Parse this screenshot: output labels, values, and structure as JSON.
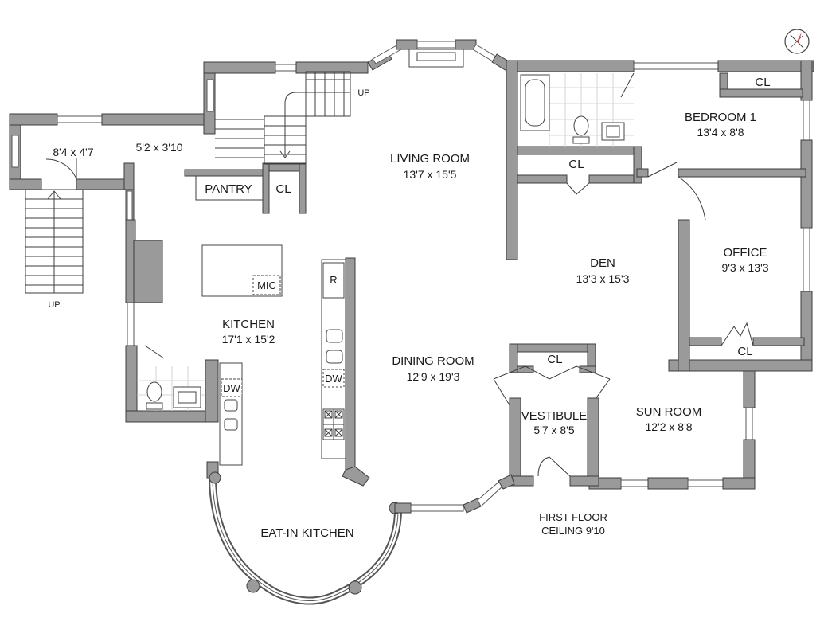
{
  "rooms": {
    "entry_small": {
      "dim": "8'4 x 4'7"
    },
    "hall": {
      "dim": "5'2 x 3'10"
    },
    "pantry": {
      "name": "PANTRY"
    },
    "closet_stair": {
      "name": "CL"
    },
    "living_room": {
      "name": "LIVING ROOM",
      "dim": "13'7 x 15'5"
    },
    "kitchen": {
      "name": "KITCHEN",
      "dim": "17'1 x 15'2"
    },
    "dining_room": {
      "name": "DINING ROOM",
      "dim": "12'9 x 19'3"
    },
    "eat_in_kitchen": {
      "name": "EAT-IN KITCHEN"
    },
    "den": {
      "name": "DEN",
      "dim": "13'3 x 15'3"
    },
    "den_closet": {
      "name": "CL"
    },
    "bedroom1": {
      "name": "BEDROOM 1",
      "dim": "13'4 x 8'8"
    },
    "bedroom_closet": {
      "name": "CL"
    },
    "office": {
      "name": "OFFICE",
      "dim": "9'3 x 13'3"
    },
    "office_closet": {
      "name": "CL"
    },
    "sun_room": {
      "name": "SUN ROOM",
      "dim": "12'2 x 8'8"
    },
    "vestibule": {
      "name": "VESTIBULE",
      "dim": "5'7 x 8'5"
    },
    "vestibule_closet": {
      "name": "CL"
    }
  },
  "appliances": {
    "microwave": "MIC",
    "refrigerator": "R",
    "dishwasher_left": "DW",
    "dishwasher_right": "DW"
  },
  "stairs": {
    "up_left": "UP",
    "up_top": "UP"
  },
  "footer": {
    "floor": "FIRST FLOOR",
    "ceiling": "CEILING 9'10"
  },
  "colors": {
    "wall_fill": "#9a9a9a",
    "line": "#3c3c3c",
    "background": "#ffffff"
  },
  "icons": {
    "compass": "compass-icon"
  }
}
